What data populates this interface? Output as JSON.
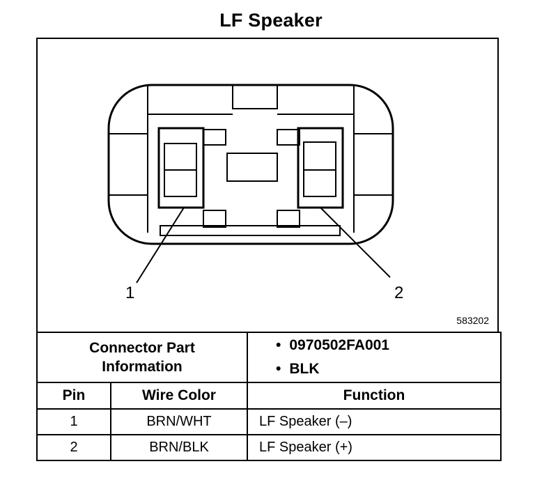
{
  "title": "LF Speaker",
  "figure": {
    "id": "583202",
    "callouts": [
      {
        "label": "1"
      },
      {
        "label": "2"
      }
    ]
  },
  "connector_info": {
    "label_line1": "Connector Part",
    "label_line2": "Information",
    "items": [
      "0970502FA001",
      "BLK"
    ]
  },
  "table": {
    "headers": {
      "pin": "Pin",
      "wire_color": "Wire Color",
      "function": "Function"
    },
    "rows": [
      {
        "pin": "1",
        "wire_color": "BRN/WHT",
        "function": "LF Speaker (–)"
      },
      {
        "pin": "2",
        "wire_color": "BRN/BLK",
        "function": "LF Speaker (+)"
      }
    ]
  }
}
